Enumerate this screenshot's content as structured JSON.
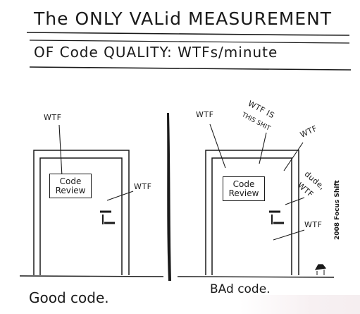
{
  "title": {
    "line1": "The ONLY VALid MEASUREMENT",
    "line2": "OF Code QUALITY: WTFs/minute"
  },
  "left_panel": {
    "sign_line1": "Code",
    "sign_line2": "Review",
    "wtf_top": "WTF",
    "wtf_right": "WTF",
    "caption": "Good code."
  },
  "right_panel": {
    "sign_line1": "Code",
    "sign_line2": "Review",
    "wtf_left": "WTF",
    "wtf_is": "WTF IS",
    "this_shit": "THIS SHIT",
    "wtf_upper_right": "WTF",
    "dude": "dude,",
    "dude_wtf": "WTF",
    "wtf_lower": "WTF",
    "caption": "BAd code."
  },
  "credit": "2008 Focus Shift",
  "colors": {
    "ink": "#1a1a1a",
    "paper": "#ffffff"
  }
}
